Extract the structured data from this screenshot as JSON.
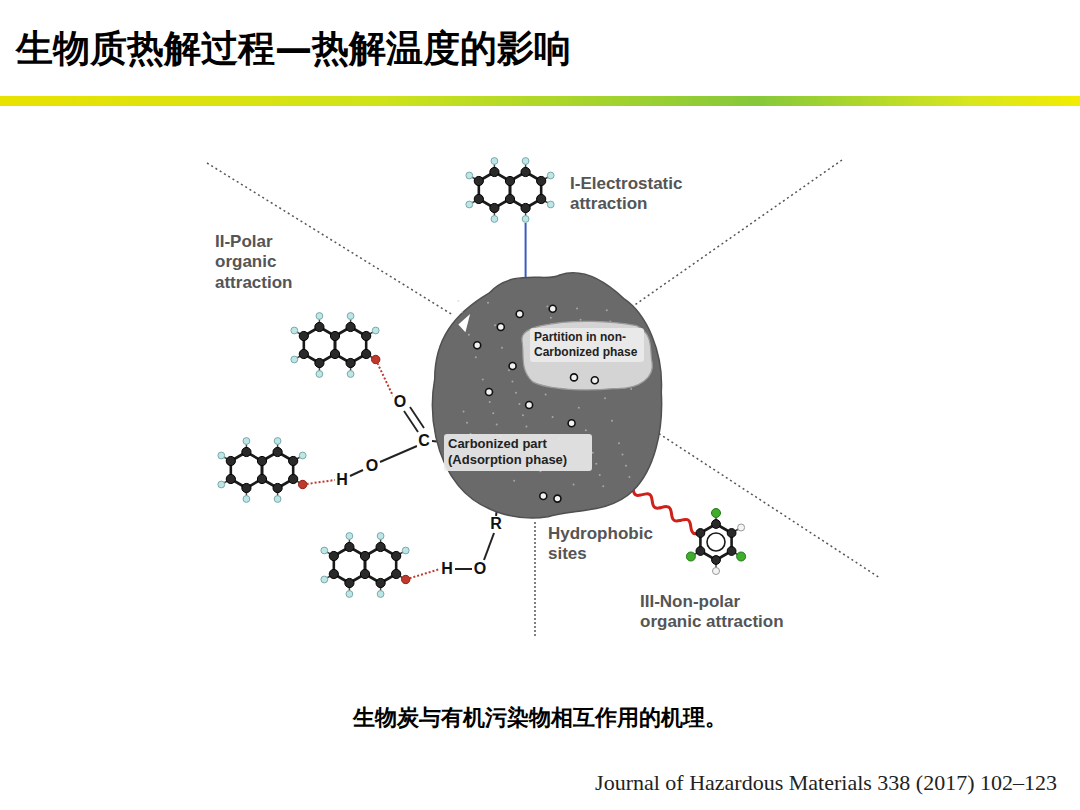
{
  "diagram": {
    "title": "生物质热解过程—热解温度的影响",
    "caption": "生物炭与有机污染物相互作用的机理。",
    "nodes": [
      {
        "text": [
          "Carbonized part (Adsorption phase)"
        ]
      },
      {
        "text": [
          "Partition in non-Carbonized phase"
        ],
        "in": 0
      }
    ],
    "labels": [
      "I-Electrostatic attraction",
      "II-Polar organic attraction",
      "O",
      "C",
      "H",
      "O",
      "R",
      "Hydrophobic sites",
      "H",
      "O",
      "III-Non-polar organic attraction",
      "Journal of Hazardous Materials 338 (2017) 102–123"
    ]
  }
}
